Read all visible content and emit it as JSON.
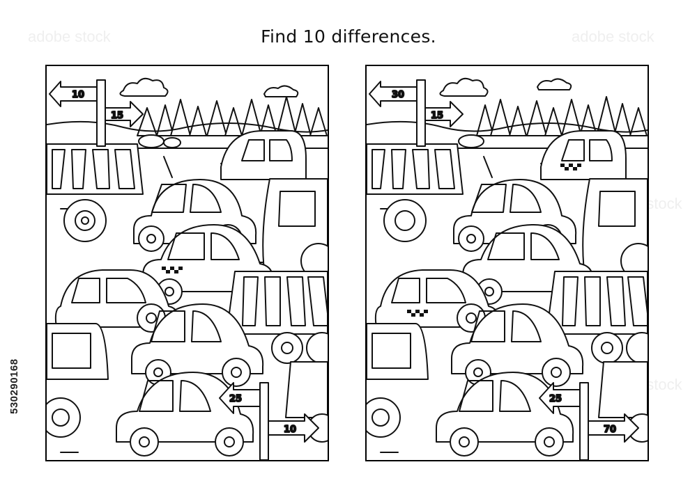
{
  "puzzle": {
    "title": "Find  10 differences.",
    "stock_id": "530290168",
    "difference_count": 10
  },
  "left_panel": {
    "signs": {
      "top_left_arrow": "10",
      "top_right_arrow": "15",
      "bottom_left_arrow": "25",
      "bottom_right_arrow": "10"
    }
  },
  "right_panel": {
    "signs": {
      "top_left_arrow": "30",
      "top_right_arrow": "15",
      "bottom_left_arrow": "25",
      "bottom_right_arrow": "70"
    }
  },
  "icons": {
    "watermark": "stock-watermark-icon",
    "tree": "pine-tree-icon",
    "cloud": "cloud-icon",
    "car": "car-icon",
    "truck": "dump-truck-icon",
    "arrow": "direction-arrow-icon"
  }
}
